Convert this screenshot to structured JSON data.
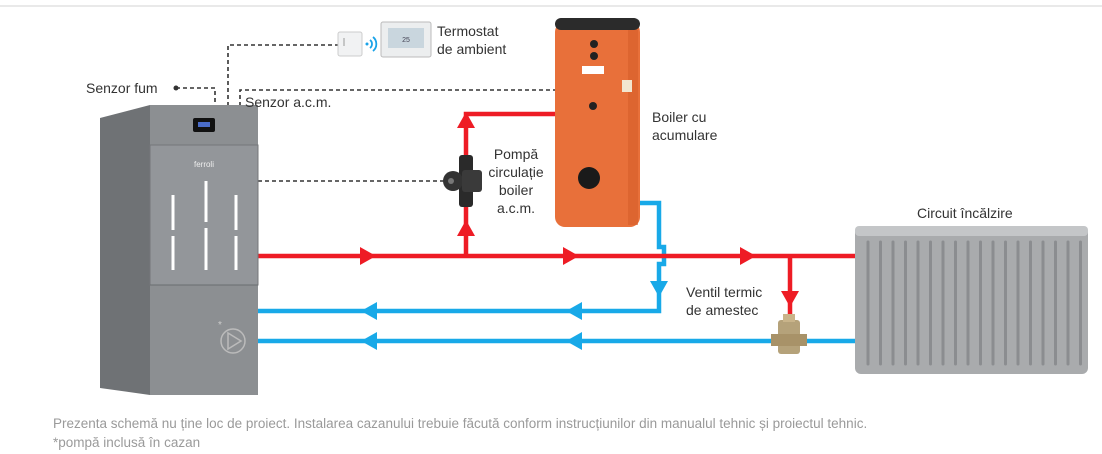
{
  "labels": {
    "smoke_sensor": "Senzor fum",
    "thermostat_line1": "Termostat",
    "thermostat_line2": "de ambient",
    "dhw_sensor": "Senzor a.c.m.",
    "pump_line1": "Pompă",
    "pump_line2": "circulație",
    "pump_line3": "boiler",
    "pump_line4": "a.c.m.",
    "tank_line1": "Boiler cu",
    "tank_line2": "acumulare",
    "heating_circuit": "Circuit încălzire",
    "valve_line1": "Ventil termic",
    "valve_line2": "de amestec"
  },
  "brand_logo": "ferroli",
  "footer": {
    "note": "Prezenta schemă nu ține loc de proiect. Instalarea cazanului trebuie făcută conform instrucțiunilor din manualul tehnic și proiectul tehnic.",
    "footnote": "*pompă inclusă în cazan"
  },
  "colors": {
    "supply": "#ee1c25",
    "return": "#18a9e8",
    "tank": "#e8703a",
    "boiler": "#8a8d90",
    "signal": "#333333"
  }
}
